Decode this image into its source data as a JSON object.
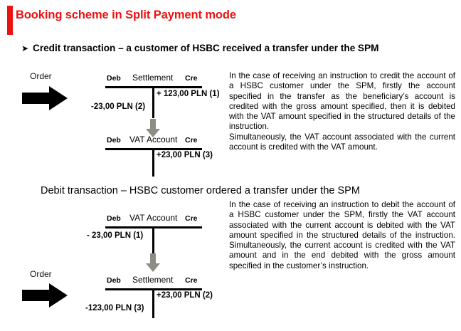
{
  "slide": {
    "title": "Booking scheme in Split Payment mode",
    "accent_color": "#ee1111"
  },
  "sections": [
    {
      "heading": "Credit transaction – a customer of HSBC received a transfer under the SPM",
      "bullet_glyph": "➤",
      "order_label": "Order",
      "accounts": [
        {
          "title": "Settlement",
          "debit_label": "Deb",
          "credit_label": "Cre",
          "credit_amount": "+ 123,00 PLN (1)",
          "debit_amount": "-23,00 PLN (2)"
        },
        {
          "title": "VAT Account",
          "debit_label": "Deb",
          "credit_label": "Cre",
          "credit_amount": "+23,00 PLN (3)",
          "debit_amount": ""
        }
      ],
      "paragraphs": [
        "In the case of receiving an instruction to credit the account of a HSBC customer under the SPM, firstly the account specified in the transfer as the beneficiary’s account is credited with the gross amount specified, then it is debited with the VAT amount specified in the structured details of the instruction.",
        "Simultaneously, the VAT account associated with the current account is credited with the VAT amount."
      ]
    },
    {
      "heading": "Debit transaction – HSBC customer ordered a transfer under the SPM",
      "bullet_glyph": "",
      "order_label": "Order",
      "accounts": [
        {
          "title": "VAT Account",
          "debit_label": "Deb",
          "credit_label": "Cre",
          "credit_amount": "",
          "debit_amount": "- 23,00 PLN (1)"
        },
        {
          "title": "Settlement",
          "debit_label": "Deb",
          "credit_label": "Cre",
          "credit_amount": "+23,00 PLN (2)",
          "debit_amount": "-123,00 PLN (3)"
        }
      ],
      "paragraphs": [
        "In the case of receiving an instruction to debit the account of a HSBC customer under the SPM, firstly the VAT account associated with the current account is debited with the VAT amount specified in the structured details of the instruction. Simultaneously, the current account is credited with the VAT amount and in the end debited with the gross amount specified in the customer’s instruction."
      ]
    }
  ]
}
